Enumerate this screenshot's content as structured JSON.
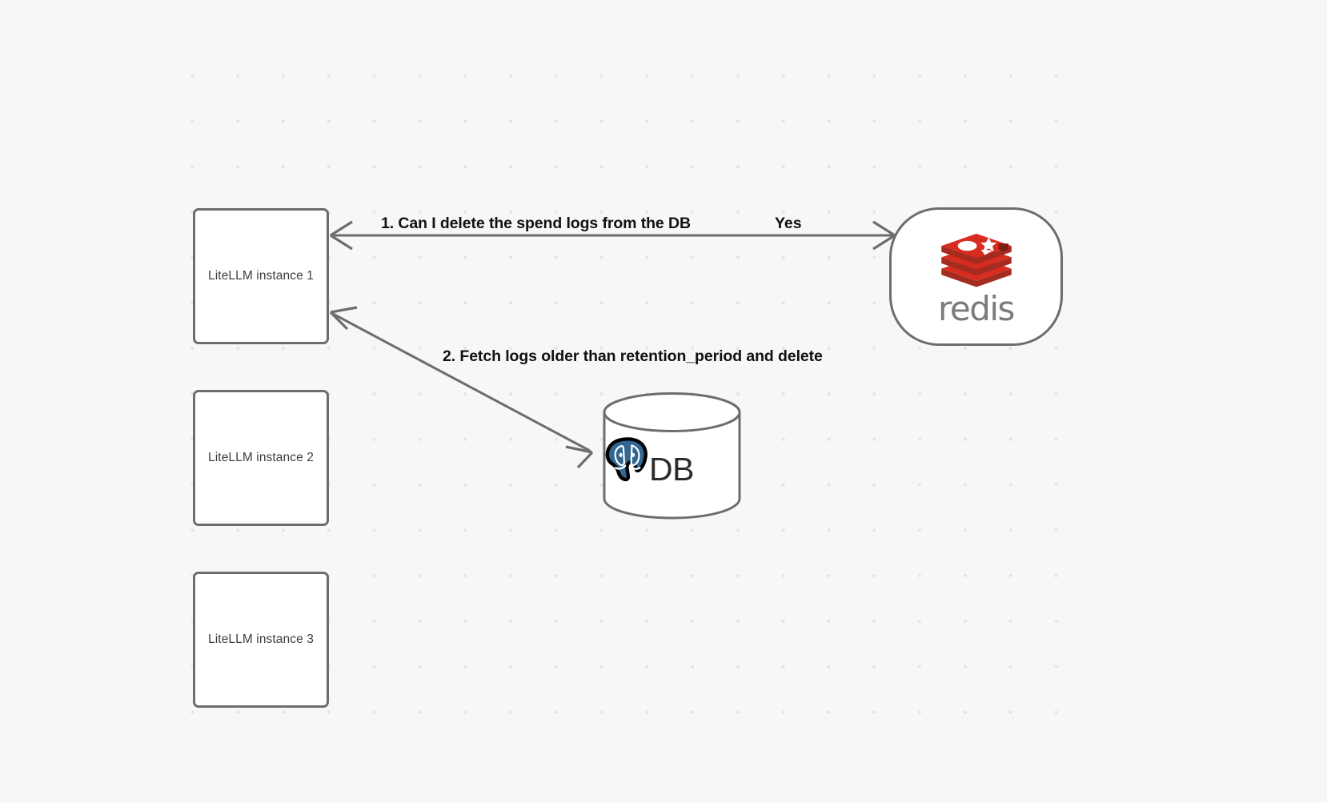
{
  "diagram": {
    "background_color": "#f7f7f7",
    "grid": "dot-grid",
    "nodes": {
      "instance_1": {
        "label": "LiteLLM instance 1"
      },
      "instance_2": {
        "label": "LiteLLM instance 2"
      },
      "instance_3": {
        "label": "LiteLLM instance 3"
      },
      "redis": {
        "wordmark": "redis",
        "logo_color": "#d82c20",
        "wordmark_color": "#7b7b7b"
      },
      "database": {
        "label": "DB",
        "logo": "postgresql-elephant",
        "logo_color": "#336791"
      }
    },
    "edges": [
      {
        "id": "edge-1",
        "label": "1.  Can I delete the spend logs from the DB",
        "secondary_label": "Yes",
        "from": "redis",
        "to": "instance_1",
        "color": "#6d6d6d"
      },
      {
        "id": "edge-2",
        "label": "2.  Fetch logs older than retention_period and delete",
        "from": "database",
        "to": "instance_1",
        "color": "#6d6d6d"
      }
    ]
  }
}
